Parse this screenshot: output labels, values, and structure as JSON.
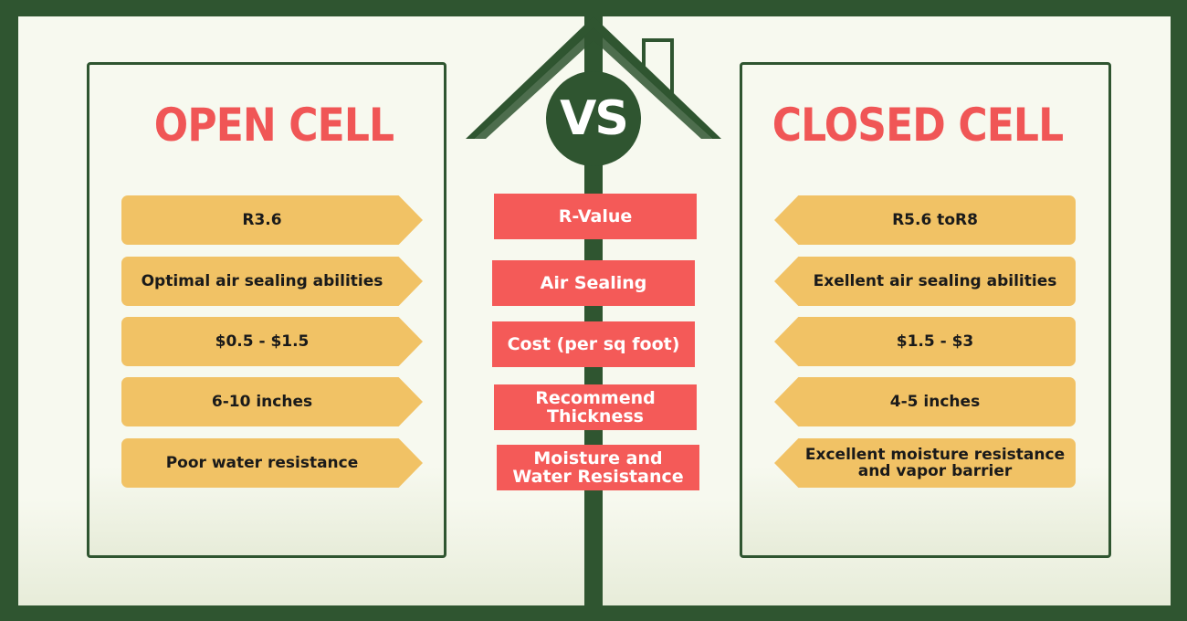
{
  "left": {
    "heading": "OPEN CELL",
    "items": [
      "R3.6",
      "Optimal air sealing abilities",
      "$0.5 - $1.5",
      "6-10 inches",
      "Poor water resistance"
    ]
  },
  "right": {
    "heading": "CLOSED CELL",
    "items": [
      "R5.6 toR8",
      "Exellent air sealing abilities",
      "$1.5 - $3",
      "4-5 inches",
      "Excellent moisture resistance and vapor barrier"
    ]
  },
  "center": {
    "vs": "VS",
    "labels": [
      "R-Value",
      "Air Sealing",
      "Cost (per sq foot)",
      "Recommend Thickness",
      "Moisture and Water Resistance"
    ]
  },
  "colors": {
    "frame": "#2f5530",
    "background": "#f7f9ef",
    "heading": "#f05656",
    "tag": "#f1c265",
    "sign": "#f45a58"
  }
}
